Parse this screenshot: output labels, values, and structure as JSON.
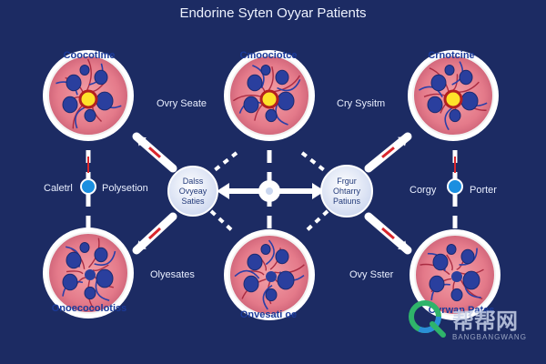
{
  "title": "Endorine Syten Oyyar Patients",
  "cells": [
    {
      "label": "Coocotlme"
    },
    {
      "label": "Cmoociotce"
    },
    {
      "label": "Crnotcine"
    },
    {
      "label": "Onoecocolotiss"
    },
    {
      "label": "Onvesati oe"
    },
    {
      "label": "Ovrwan Pates"
    }
  ],
  "labels": {
    "ovry_seate": "Ovry Seate",
    "cry_system": "Cry Sysitm",
    "caletrl": "Caletrl",
    "polysetion": "Polysetion",
    "corgy": "Corgy",
    "porter": "Porter",
    "olyesates": "Olyesates",
    "ovy_sster": "Ovy Sster"
  },
  "hubs": {
    "left": "Dalss\nOvyeay\nSaties",
    "right": "Frgur\nOhtarry\nPatiuns"
  },
  "watermark": {
    "text": "帮帮网",
    "sub": "BANGBANGWANG"
  },
  "colors": {
    "background": "#1c2b63",
    "cell_fill": "#e47a8a",
    "cell_ring": "#ffffff",
    "arrow_red": "#d9262c",
    "node_blue": "#1b8fe0",
    "nucleus": "#ffe22a"
  }
}
